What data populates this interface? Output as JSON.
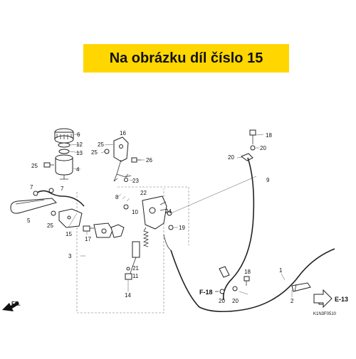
{
  "banner": {
    "text": "Na obrázku díl číslo 15",
    "color": "#ffd600"
  },
  "diagram": {
    "labels": {
      "l1": "1",
      "l2": "2",
      "l3": "3",
      "l4": "4",
      "l5": "5",
      "l6": "6",
      "l7a": "7",
      "l7b": "7",
      "l8": "8",
      "l9": "9",
      "l10": "10",
      "l11": "11",
      "l12": "12",
      "l13": "13",
      "l14": "14",
      "l15": "15",
      "l16": "16",
      "l17": "17",
      "l18a": "18",
      "l18b": "18",
      "l19": "19",
      "l20a": "20",
      "l20b": "20",
      "l20c": "20",
      "l20d": "20",
      "l21": "21",
      "l22": "22",
      "l23": "23",
      "l24": "24",
      "l25a": "25",
      "l25b": "25",
      "l25c": "25",
      "l25d": "25",
      "l26": "26"
    },
    "refs": {
      "f18": "F-18",
      "e13": "E-13"
    },
    "fr": "FR.",
    "code": "K1N3F0510"
  }
}
